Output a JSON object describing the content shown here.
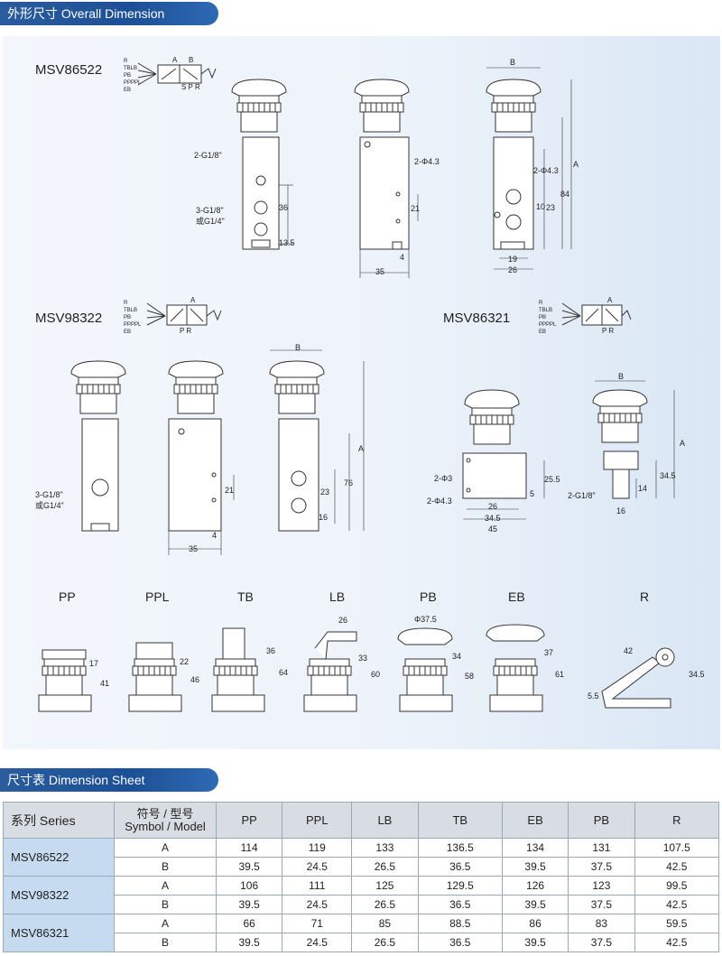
{
  "header_overall": {
    "title": "外形尺寸 Overall Dimension"
  },
  "header_sheet": {
    "title": "尺寸表 Dimension Sheet"
  },
  "models": {
    "m1": "MSV86522",
    "m2": "MSV98322",
    "m3": "MSV86321"
  },
  "symbols": {
    "lines1": [
      "R",
      "TBLB",
      "PB",
      "PPPPL",
      "EB"
    ],
    "lines2": [
      "R",
      "TBLB",
      "PB",
      "PPPPL",
      "EB"
    ],
    "lines3": [
      "R",
      "TBLB",
      "PB",
      "PPPPL",
      "EB"
    ],
    "ports5": "S P R",
    "ports3": "P R",
    "port_a": "A",
    "port_b": "B"
  },
  "variants": [
    "PP",
    "PPL",
    "TB",
    "LB",
    "PB",
    "EB",
    "R"
  ],
  "callouts": {
    "g18": "2-G1/8\"",
    "g18_3": "3-G1/8\"",
    "g14": "或G1/4\"",
    "hole43": "2-Φ4.3",
    "hole3": "2-Φ3",
    "g18_single": "2-G1/8\"",
    "dia375": "Φ37.5"
  },
  "dims": {
    "d36": "36",
    "d135": "13.5",
    "d35": "35",
    "d4": "4",
    "d21": "21",
    "d84": "84",
    "d23": "23",
    "d10": "10",
    "d19": "19",
    "d26": "26",
    "dA": "A",
    "dB": "B",
    "d76": "76",
    "d16": "16",
    "d255": "25.5",
    "d5": "5",
    "d345": "34.5",
    "d45": "45",
    "d14": "14",
    "d17": "17",
    "d41": "41",
    "d22": "22",
    "d46": "46",
    "d64": "64",
    "d33": "33",
    "d60": "60",
    "d34": "34",
    "d58": "58",
    "d37": "37",
    "d61": "61",
    "d42": "42",
    "d55": "5.5"
  },
  "table": {
    "h_series": "系列 Series",
    "h_symbol_cn": "符号 / 型号",
    "h_symbol_en": "Symbol / Model",
    "columns": [
      "PP",
      "PPL",
      "LB",
      "TB",
      "EB",
      "PB",
      "R"
    ],
    "rows": [
      {
        "series": "MSV86522",
        "A": [
          "114",
          "119",
          "133",
          "136.5",
          "134",
          "131",
          "107.5"
        ],
        "B": [
          "39.5",
          "24.5",
          "26.5",
          "36.5",
          "39.5",
          "37.5",
          "42.5"
        ]
      },
      {
        "series": "MSV98322",
        "A": [
          "106",
          "111",
          "125",
          "129.5",
          "126",
          "123",
          "99.5"
        ],
        "B": [
          "39.5",
          "24.5",
          "26.5",
          "36.5",
          "39.5",
          "37.5",
          "42.5"
        ]
      },
      {
        "series": "MSV86321",
        "A": [
          "66",
          "71",
          "85",
          "88.5",
          "86",
          "83",
          "59.5"
        ],
        "B": [
          "39.5",
          "24.5",
          "26.5",
          "36.5",
          "39.5",
          "37.5",
          "42.5"
        ]
      }
    ],
    "row_a": "A",
    "row_b": "B"
  },
  "colors": {
    "bar": "#1c4f96",
    "series_cell": "#c7dbf0",
    "header_cell": "#d8dde3"
  }
}
